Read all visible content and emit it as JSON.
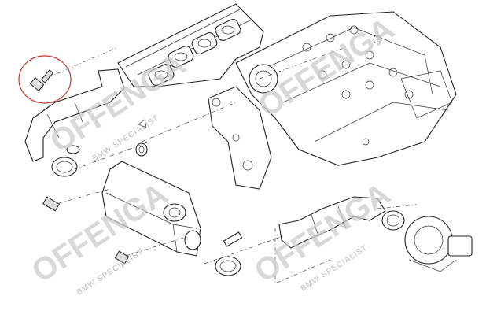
{
  "diagram": {
    "title": "EGR cooler and pipe exploded parts diagram",
    "watermark": {
      "brand": "OFFENGA",
      "tagline": "BMW SPECIALIST"
    },
    "highlight_color": "#c0392b"
  }
}
